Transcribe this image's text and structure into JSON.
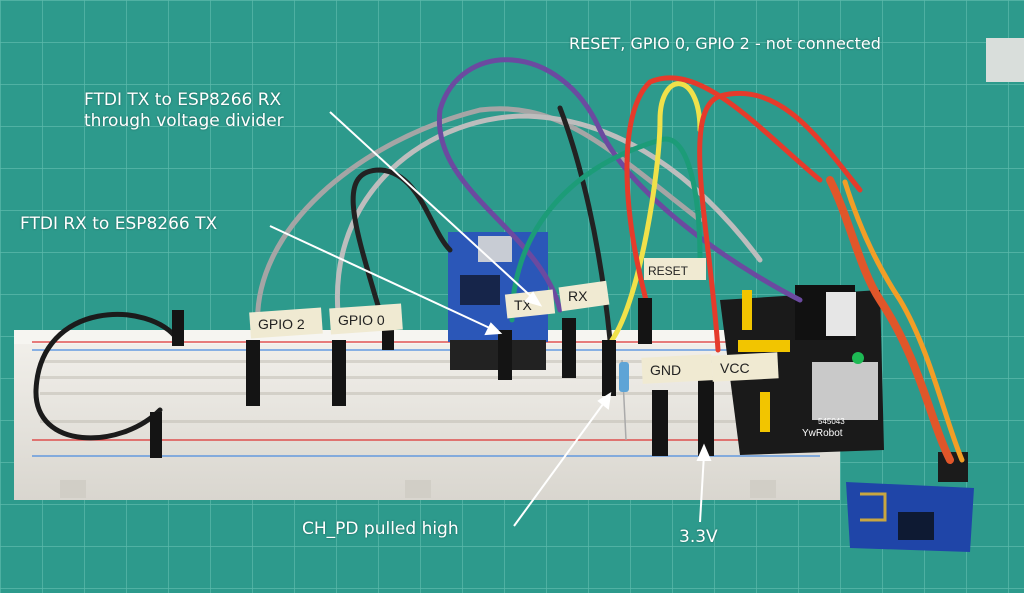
{
  "photo": {
    "mat_color": "#2d9a8c",
    "breadboard_color": "#ece9e2",
    "ftdi_color": "#2b57b8",
    "esp_color": "#1f45a8",
    "power_module_color": "#1a1a1a",
    "tape_labels": [
      "GPIO 2",
      "GPIO 0",
      "TX",
      "RX",
      "RESET",
      "GND",
      "VCC"
    ],
    "module_text": [
      "YwRobot",
      "545043"
    ]
  },
  "annotations": {
    "top_note": "RESET, GPIO 0, GPIO 2 -  not connected",
    "tx_line1": "FTDI TX to ESP8266 RX",
    "tx_line2": "through voltage divider",
    "rx": "FTDI RX to ESP8266 TX",
    "ch_pd": "CH_PD pulled high",
    "vcc": "3.3V"
  }
}
